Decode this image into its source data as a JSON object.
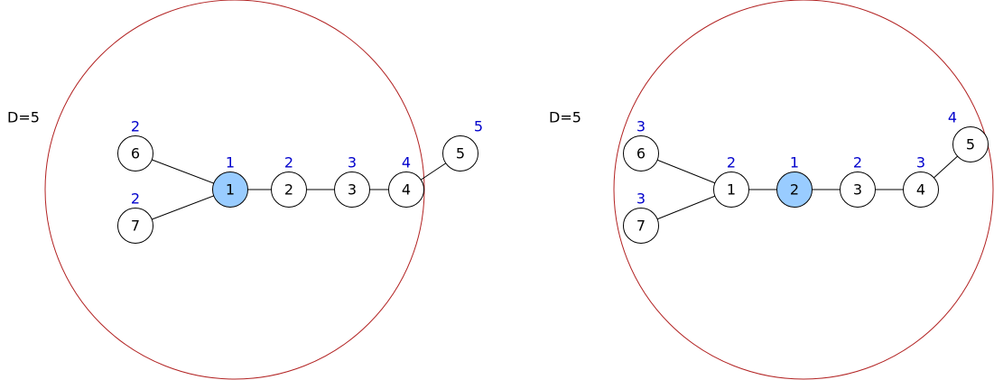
{
  "colors": {
    "boundary": "#b22222",
    "highlight_fill": "#99ccff",
    "distance_label": "#0000cc",
    "node_stroke": "#000000"
  },
  "panels": [
    {
      "d_label": "D=5",
      "highlighted_node": "1",
      "nodes": [
        {
          "id": "1",
          "label": "1",
          "distance": "1"
        },
        {
          "id": "2",
          "label": "2",
          "distance": "2"
        },
        {
          "id": "3",
          "label": "3",
          "distance": "3"
        },
        {
          "id": "4",
          "label": "4",
          "distance": "4"
        },
        {
          "id": "5",
          "label": "5",
          "distance": "5"
        },
        {
          "id": "6",
          "label": "6",
          "distance": "2"
        },
        {
          "id": "7",
          "label": "7",
          "distance": "2"
        }
      ],
      "edges": [
        [
          "6",
          "1"
        ],
        [
          "7",
          "1"
        ],
        [
          "1",
          "2"
        ],
        [
          "2",
          "3"
        ],
        [
          "3",
          "4"
        ],
        [
          "4",
          "5"
        ]
      ]
    },
    {
      "d_label": "D=5",
      "highlighted_node": "2",
      "nodes": [
        {
          "id": "1",
          "label": "1",
          "distance": "2"
        },
        {
          "id": "2",
          "label": "2",
          "distance": "1"
        },
        {
          "id": "3",
          "label": "3",
          "distance": "2"
        },
        {
          "id": "4",
          "label": "4",
          "distance": "3"
        },
        {
          "id": "5",
          "label": "5",
          "distance": "4"
        },
        {
          "id": "6",
          "label": "6",
          "distance": "3"
        },
        {
          "id": "7",
          "label": "7",
          "distance": "3"
        }
      ],
      "edges": [
        [
          "6",
          "1"
        ],
        [
          "7",
          "1"
        ],
        [
          "1",
          "2"
        ],
        [
          "2",
          "3"
        ],
        [
          "3",
          "4"
        ],
        [
          "4",
          "5"
        ]
      ]
    }
  ]
}
